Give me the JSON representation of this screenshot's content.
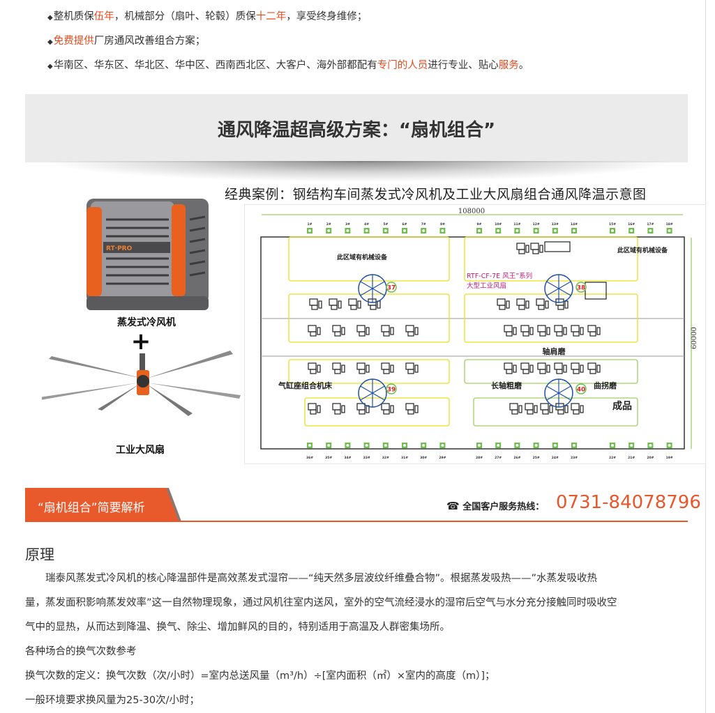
{
  "bullets": [
    {
      "parts": [
        {
          "t": "整机质保",
          "hl": false
        },
        {
          "t": "伍年",
          "hl": true
        },
        {
          "t": "，机械部分（扇叶、轮毂）质保",
          "hl": false
        },
        {
          "t": "十二年",
          "hl": true
        },
        {
          "t": "，享受终身维修；",
          "hl": false
        }
      ]
    },
    {
      "parts": [
        {
          "t": "免费提供",
          "hl": true
        },
        {
          "t": "厂房通风改善组合方案；",
          "hl": false
        }
      ]
    },
    {
      "parts": [
        {
          "t": "华南区、华东区、华北区、华中区、西南西北区、大客户、海外部都配有",
          "hl": false
        },
        {
          "t": "专门的人员",
          "hl": true
        },
        {
          "t": "进行专业、贴心",
          "hl": false
        },
        {
          "t": "服务",
          "hl": true
        },
        {
          "t": "。",
          "hl": false
        }
      ]
    }
  ],
  "bullet_icon": "diamond-bullet",
  "banner_title": "通风降温超高级方案：“扇机组合”",
  "caption": "经典案例：钢结构车间蒸发式冷风机及工业大风扇组合通风降温示意图",
  "products": {
    "cooler_label": "蒸发式冷风机",
    "plus": "+",
    "fan_label": "工业大风扇",
    "cooler_brand": "RT·PRO"
  },
  "diagram": {
    "width_dim": "108000",
    "height_dim": "60000",
    "zone_top_left": "此区域有机械设备",
    "zone_top_right": "此区域有机械设备",
    "model_line1": "RTF-CF-7E  风王”系列",
    "model_line2": "大型工业风扇",
    "fans": [
      "37",
      "38",
      "39",
      "40"
    ],
    "area_shaft_shoulder": "轴肩磨",
    "area_cylinder": "气缸座组合机床",
    "area_long_shaft": "长轴粗磨",
    "area_crank": "曲拐磨",
    "area_finished": "成品",
    "top_coolers": [
      "1#",
      "2#",
      "3#",
      "4#",
      "5#",
      "6#",
      "7#",
      "8#",
      "9#",
      "10#",
      "11#",
      "12#",
      "13#",
      "14#",
      "15#",
      "16#",
      "17#",
      "18#"
    ],
    "bottom_coolers": [
      "36#",
      "35#",
      "34#",
      "33#",
      "32#",
      "31#",
      "30#",
      "29#",
      "28#",
      "27#",
      "26#",
      "25#",
      "24#",
      "23#",
      "22#",
      "21#",
      "20#",
      "19#"
    ]
  },
  "section_tab": "“扇机组合”简要解析",
  "hotline_label": "全国客户服务热线：",
  "hotline_number": "0731-84078796",
  "principle_title": "原理",
  "paragraphs": [
    "　　瑞泰风蒸发式冷风机的核心降温部件是高效蒸发式湿帘——“纯天然多层波纹纤维叠合物”。根据蒸发吸热——”水蒸发吸收热",
    "量，蒸发面积影响蒸发效率”这一自然物理现象，通过风机往室内送风，室外的空气流经浸水的湿帘后空气与水分充分接触同时吸收空",
    "气中的显热，从而达到降温、换气、除尘、增加鲜风的目的，特别适用于高温及人群密集场所。",
    "各种场合的换气次数参考",
    "换气次数的定义：换气次数（次/小时）=室内总送风量（m³/h）÷[室内面积（㎡）×室内的高度（m）]；",
    "一般环境要求换风量为25-30次/小时；"
  ],
  "colors": {
    "accent": "#e8572c",
    "highlight": "#e8491d",
    "banner": "#ebebeb"
  }
}
